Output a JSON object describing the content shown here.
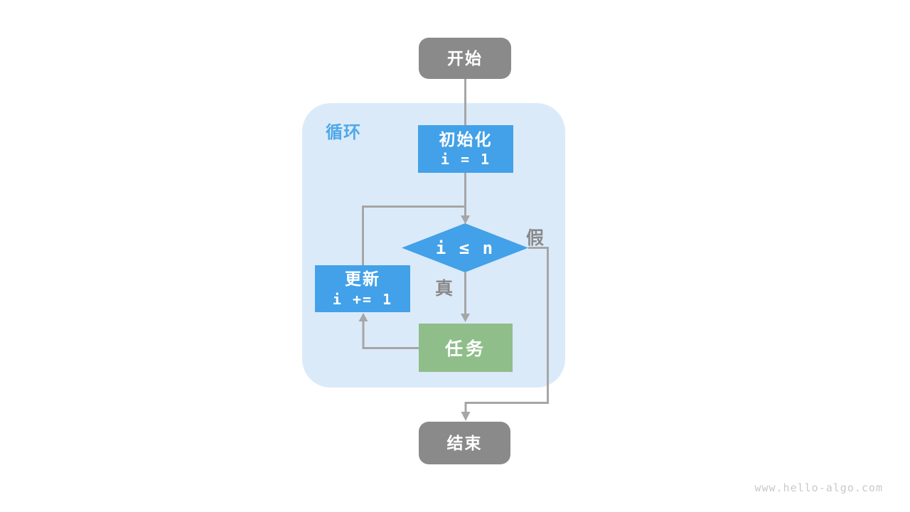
{
  "diagram": {
    "type": "flowchart",
    "nodes": {
      "start": {
        "label": "开始"
      },
      "init": {
        "title": "初始化",
        "code": "i = 1"
      },
      "condition": {
        "code": "i ≤ n"
      },
      "update": {
        "title": "更新",
        "code": "i += 1"
      },
      "task": {
        "label": "任务"
      },
      "end": {
        "label": "结束"
      }
    },
    "labels": {
      "loop": "循环",
      "true_branch": "真",
      "false_branch": "假"
    },
    "colors": {
      "terminal_gray": "#8A8A8A",
      "process_blue": "#42A1E8",
      "task_green": "#8FBE8A",
      "loop_container_bg": "#DBEAF9",
      "loop_label_blue": "#4FA8E8",
      "connector_gray": "#A6A6A6",
      "branch_label_gray": "#8A8A8A",
      "watermark_gray": "#C9C9C9"
    }
  },
  "watermark": "www.hello-algo.com"
}
